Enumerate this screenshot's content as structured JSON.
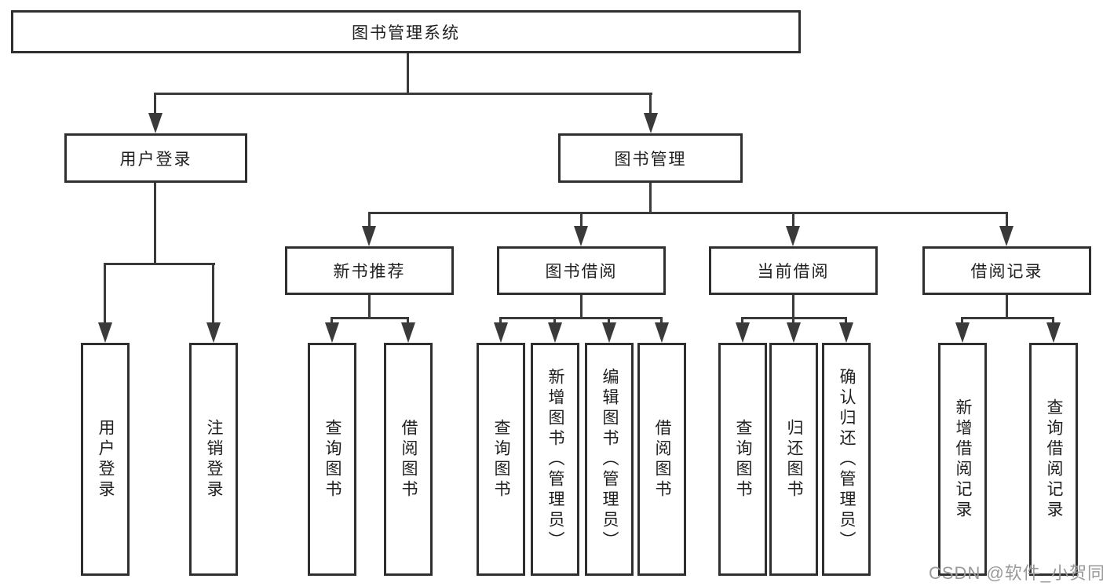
{
  "diagram": {
    "root": {
      "label": "图书管理系统"
    },
    "branches": [
      {
        "label": "用户登录",
        "children": [
          "用户登录",
          "注销登录"
        ]
      },
      {
        "label": "图书管理",
        "sections": [
          {
            "label": "新书推荐",
            "children": [
              "查询图书",
              "借阅图书"
            ]
          },
          {
            "label": "图书借阅",
            "children": [
              "查询图书",
              "新增图书（管理员）",
              "编辑图书（管理员）",
              "借阅图书"
            ]
          },
          {
            "label": "当前借阅",
            "children": [
              "查询图书",
              "归还图书",
              "确认归还（管理员）"
            ]
          },
          {
            "label": "借阅记录",
            "children": [
              "新增借阅记录",
              "查询借阅记录"
            ]
          }
        ]
      }
    ]
  },
  "watermark": "CSDN @软件_小贺同学",
  "colors": {
    "background": "#ffffff",
    "box_border": "#2f2f2f",
    "line": "#3a3a3a",
    "text": "#1f1f1f",
    "watermark": "#999999"
  }
}
